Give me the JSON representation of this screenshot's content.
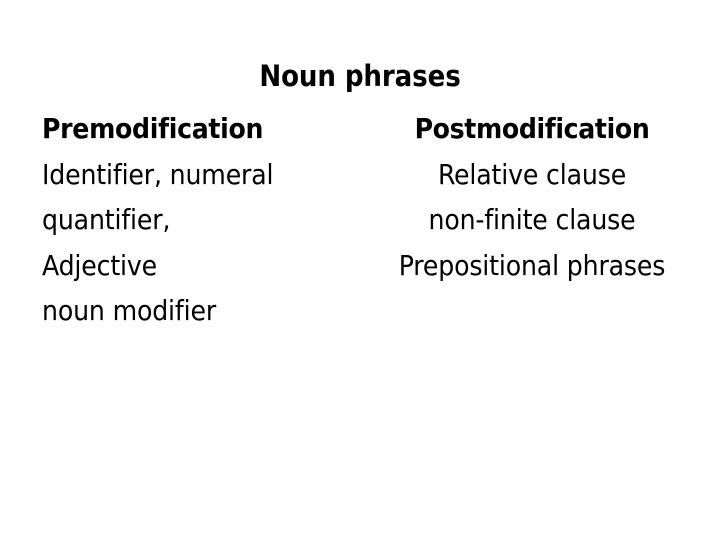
{
  "slide": {
    "title": "Noun phrases",
    "background_color": "#ffffff",
    "text_color": "#000000",
    "columns": [
      {
        "id": "premodification",
        "align": "left",
        "heading": "Premodification",
        "items": [
          "Identifier, numeral",
          "quantifier,",
          "Adjective",
          "noun modifier"
        ]
      },
      {
        "id": "postmodification",
        "align": "center",
        "heading": "Postmodification",
        "items": [
          "Relative clause",
          "non-finite clause",
          "Prepositional phrases"
        ]
      }
    ]
  }
}
